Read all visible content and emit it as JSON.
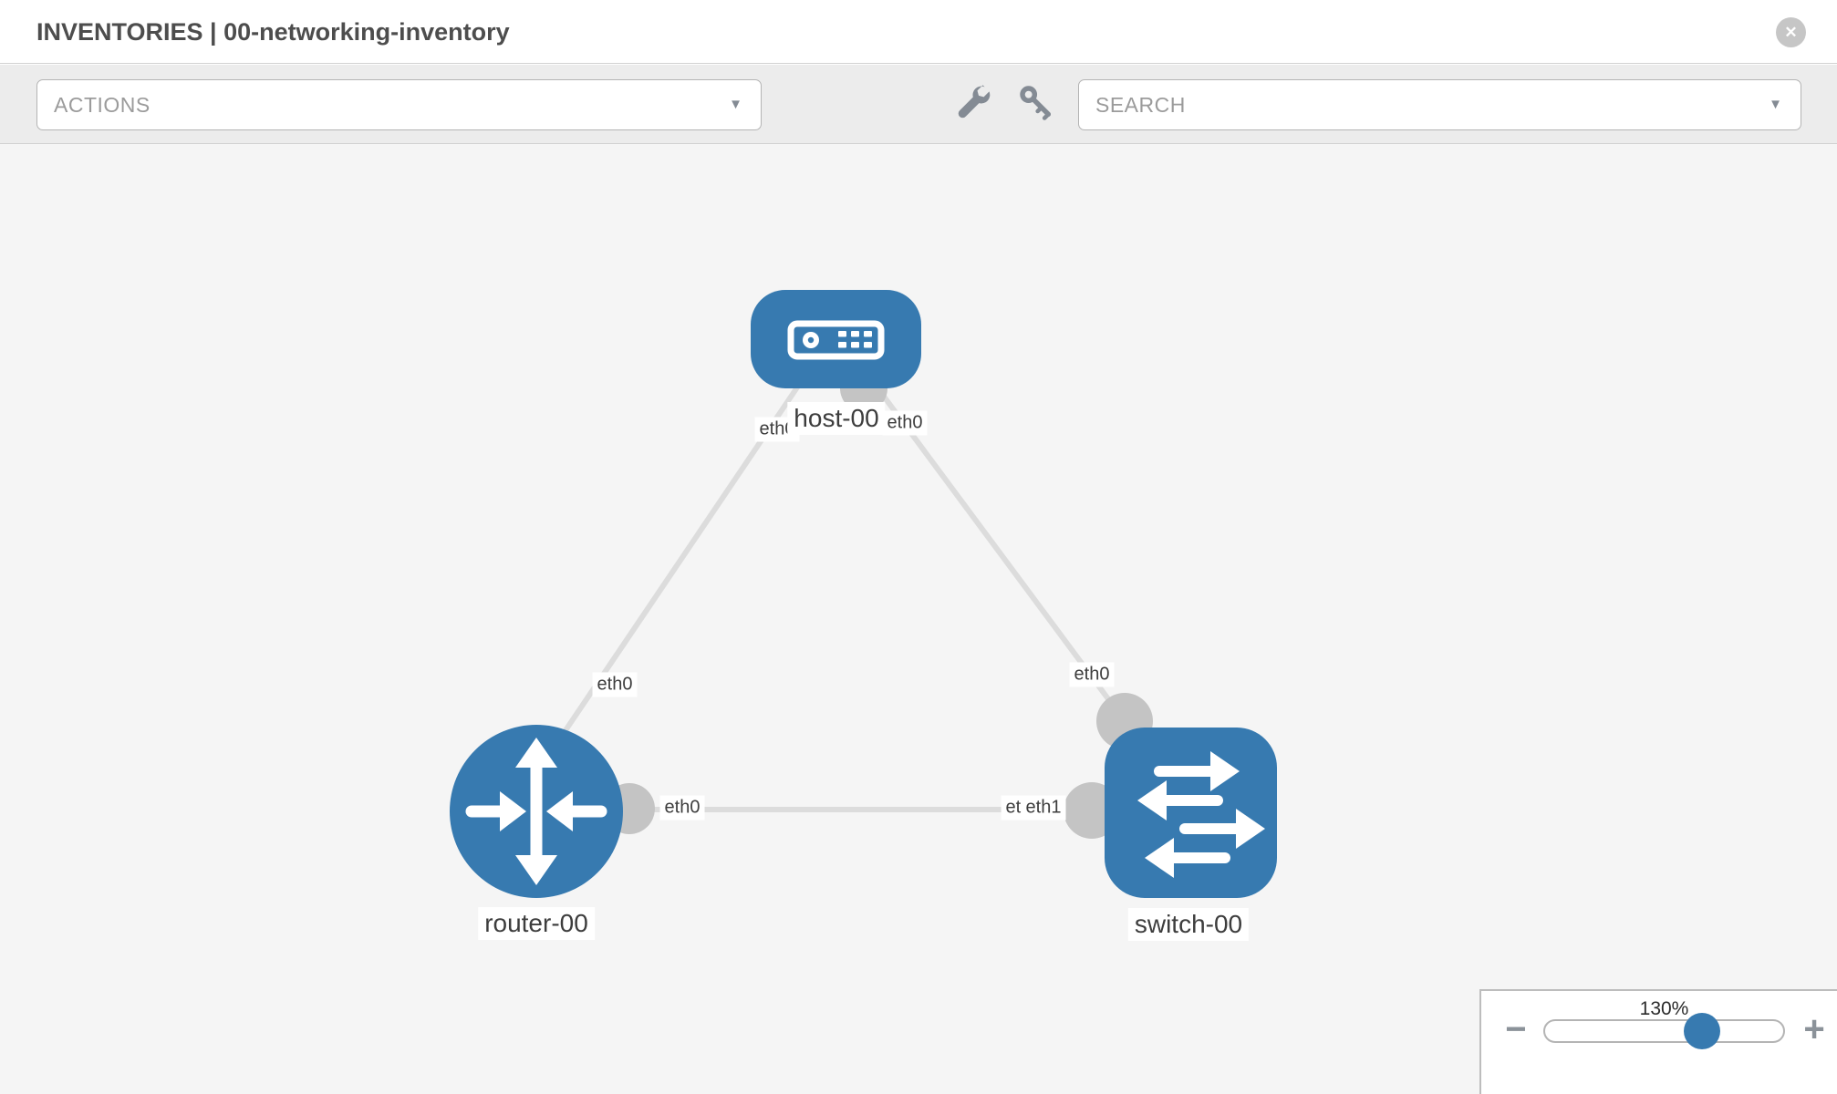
{
  "header": {
    "title": "INVENTORIES | 00-networking-inventory"
  },
  "toolbar": {
    "actions_label": "ACTIONS",
    "search_placeholder": "SEARCH"
  },
  "icons": {
    "caret_down": "▼",
    "close": "✕",
    "minus": "−",
    "plus": "+"
  },
  "topology": {
    "nodes": [
      {
        "label": "host-00",
        "type": "host"
      },
      {
        "label": "router-00",
        "type": "router"
      },
      {
        "label": "switch-00",
        "type": "switch"
      }
    ],
    "links": [
      {
        "from": "host-00",
        "from_iface": "eth0",
        "to": "router-00",
        "to_iface": "eth0"
      },
      {
        "from": "host-00",
        "from_iface": "eth0",
        "to": "switch-00",
        "to_iface": "eth0"
      },
      {
        "from": "router-00",
        "from_iface": "eth0",
        "to": "switch-00",
        "to_iface": "eth1",
        "to_iface_overlapped": "eth0"
      }
    ]
  },
  "zoom": {
    "level": "130%"
  },
  "colors": {
    "node_blue": "#377ab0",
    "port_gray": "#c4c4c4",
    "link_gray": "#dcdcdc",
    "canvas_bg": "#f5f5f5"
  }
}
